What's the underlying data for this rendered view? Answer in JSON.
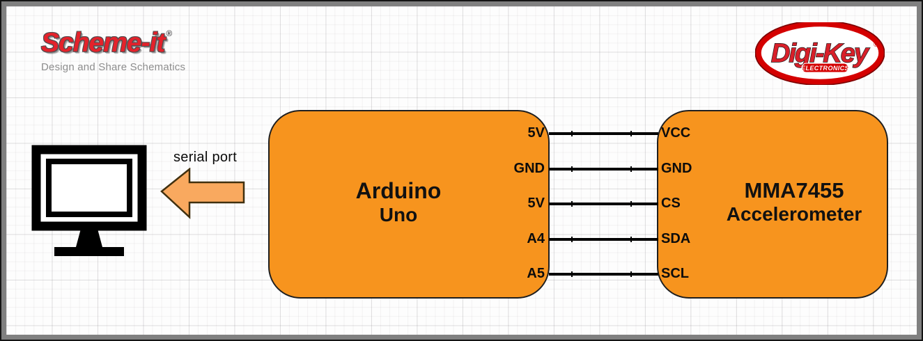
{
  "header": {
    "scheme_it": {
      "brand": "Scheme-it",
      "registered_mark": "®",
      "tagline": "Design and Share Schematics",
      "brand_color": "#E4222B",
      "tagline_color": "#8D8D8D"
    },
    "digikey": {
      "brand": "Digi-Key",
      "registered_mark": "®",
      "sub_brand": "ELECTRONICS",
      "brand_color": "#CE0E2D"
    }
  },
  "diagram": {
    "serial_port_label": "serial port",
    "colors": {
      "block_fill": "#F7941E",
      "block_border": "#1F1F1F",
      "arrow_fill": "#F9A95F",
      "arrow_border": "#40300F",
      "wire": "#000000",
      "frame_gray": "#808080"
    },
    "icons": {
      "monitor": "computer-monitor-icon",
      "arrow": "serial-port-arrow-icon"
    },
    "arduino": {
      "title": "Arduino",
      "subtitle": "Uno",
      "pins": [
        "5V",
        "GND",
        "5V",
        "A4",
        "A5"
      ]
    },
    "accelerometer": {
      "title": "MMA7455",
      "subtitle": "Accelerometer",
      "pins": [
        "VCC",
        "GND",
        "CS",
        "SDA",
        "SCL"
      ]
    },
    "connections": [
      {
        "from": "5V",
        "to": "VCC"
      },
      {
        "from": "GND",
        "to": "GND"
      },
      {
        "from": "5V",
        "to": "CS"
      },
      {
        "from": "A4",
        "to": "SDA"
      },
      {
        "from": "A5",
        "to": "SCL"
      }
    ]
  }
}
